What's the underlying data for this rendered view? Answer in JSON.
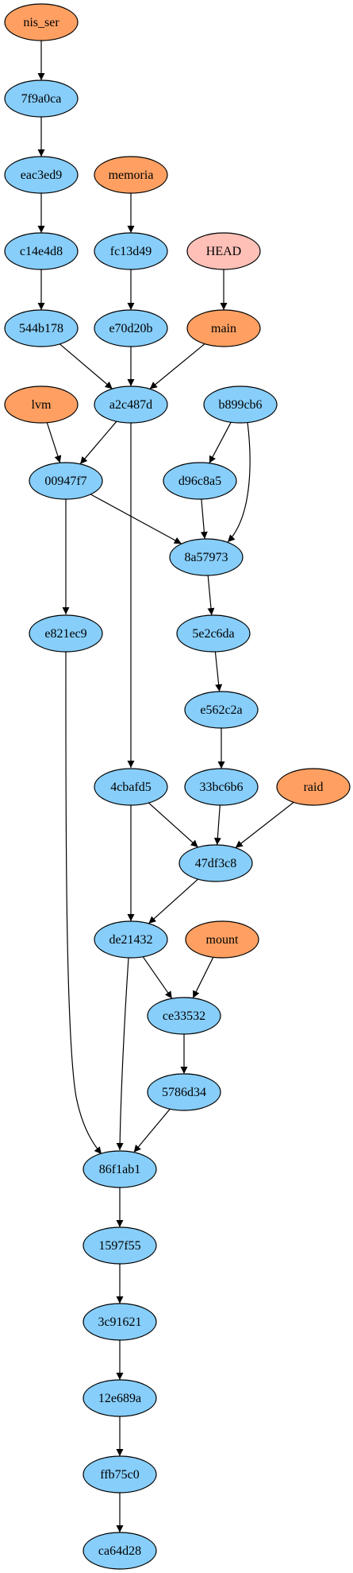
{
  "colors": {
    "commit": "#87cefa",
    "branch": "#ffa062",
    "head": "#ffc0b8",
    "edge": "#000000"
  },
  "nodes": [
    {
      "id": "nis_ser",
      "label": "nis_ser",
      "kind": "branch"
    },
    {
      "id": "7f9a0ca",
      "label": "7f9a0ca",
      "kind": "commit"
    },
    {
      "id": "eac3ed9",
      "label": "eac3ed9",
      "kind": "commit"
    },
    {
      "id": "memoria",
      "label": "memoria",
      "kind": "branch"
    },
    {
      "id": "c14e4d8",
      "label": "c14e4d8",
      "kind": "commit"
    },
    {
      "id": "fc13d49",
      "label": "fc13d49",
      "kind": "commit"
    },
    {
      "id": "HEAD",
      "label": "HEAD",
      "kind": "head"
    },
    {
      "id": "544b178",
      "label": "544b178",
      "kind": "commit"
    },
    {
      "id": "e70d20b",
      "label": "e70d20b",
      "kind": "commit"
    },
    {
      "id": "main",
      "label": "main",
      "kind": "branch"
    },
    {
      "id": "lvm",
      "label": "lvm",
      "kind": "branch"
    },
    {
      "id": "a2c487d",
      "label": "a2c487d",
      "kind": "commit"
    },
    {
      "id": "b899cb6",
      "label": "b899cb6",
      "kind": "commit"
    },
    {
      "id": "00947f7",
      "label": "00947f7",
      "kind": "commit"
    },
    {
      "id": "d96c8a5",
      "label": "d96c8a5",
      "kind": "commit"
    },
    {
      "id": "8a57973",
      "label": "8a57973",
      "kind": "commit"
    },
    {
      "id": "e821ec9",
      "label": "e821ec9",
      "kind": "commit"
    },
    {
      "id": "5e2c6da",
      "label": "5e2c6da",
      "kind": "commit"
    },
    {
      "id": "e562c2a",
      "label": "e562c2a",
      "kind": "commit"
    },
    {
      "id": "4cbafd5",
      "label": "4cbafd5",
      "kind": "commit"
    },
    {
      "id": "33bc6b6",
      "label": "33bc6b6",
      "kind": "commit"
    },
    {
      "id": "raid",
      "label": "raid",
      "kind": "branch"
    },
    {
      "id": "47df3c8",
      "label": "47df3c8",
      "kind": "commit"
    },
    {
      "id": "de21432",
      "label": "de21432",
      "kind": "commit"
    },
    {
      "id": "mount",
      "label": "mount",
      "kind": "branch"
    },
    {
      "id": "ce33532",
      "label": "ce33532",
      "kind": "commit"
    },
    {
      "id": "5786d34",
      "label": "5786d34",
      "kind": "commit"
    },
    {
      "id": "86f1ab1",
      "label": "86f1ab1",
      "kind": "commit"
    },
    {
      "id": "1597f55",
      "label": "1597f55",
      "kind": "commit"
    },
    {
      "id": "3c91621",
      "label": "3c91621",
      "kind": "commit"
    },
    {
      "id": "12e689a",
      "label": "12e689a",
      "kind": "commit"
    },
    {
      "id": "ffb75c0",
      "label": "ffb75c0",
      "kind": "commit"
    },
    {
      "id": "ca64d28",
      "label": "ca64d28",
      "kind": "commit"
    }
  ],
  "edges": [
    {
      "from": "nis_ser",
      "to": "7f9a0ca"
    },
    {
      "from": "7f9a0ca",
      "to": "eac3ed9"
    },
    {
      "from": "eac3ed9",
      "to": "c14e4d8"
    },
    {
      "from": "c14e4d8",
      "to": "544b178"
    },
    {
      "from": "memoria",
      "to": "fc13d49"
    },
    {
      "from": "fc13d49",
      "to": "e70d20b"
    },
    {
      "from": "HEAD",
      "to": "main"
    },
    {
      "from": "544b178",
      "to": "a2c487d"
    },
    {
      "from": "e70d20b",
      "to": "a2c487d"
    },
    {
      "from": "main",
      "to": "a2c487d"
    },
    {
      "from": "lvm",
      "to": "00947f7"
    },
    {
      "from": "a2c487d",
      "to": "00947f7"
    },
    {
      "from": "a2c487d",
      "to": "4cbafd5"
    },
    {
      "from": "b899cb6",
      "to": "d96c8a5"
    },
    {
      "from": "b899cb6",
      "to": "8a57973"
    },
    {
      "from": "00947f7",
      "to": "8a57973"
    },
    {
      "from": "d96c8a5",
      "to": "8a57973"
    },
    {
      "from": "00947f7",
      "to": "e821ec9"
    },
    {
      "from": "8a57973",
      "to": "5e2c6da"
    },
    {
      "from": "5e2c6da",
      "to": "e562c2a"
    },
    {
      "from": "e562c2a",
      "to": "33bc6b6"
    },
    {
      "from": "4cbafd5",
      "to": "47df3c8"
    },
    {
      "from": "33bc6b6",
      "to": "47df3c8"
    },
    {
      "from": "raid",
      "to": "47df3c8"
    },
    {
      "from": "4cbafd5",
      "to": "de21432"
    },
    {
      "from": "47df3c8",
      "to": "de21432"
    },
    {
      "from": "de21432",
      "to": "ce33532"
    },
    {
      "from": "mount",
      "to": "ce33532"
    },
    {
      "from": "ce33532",
      "to": "5786d34"
    },
    {
      "from": "e821ec9",
      "to": "86f1ab1"
    },
    {
      "from": "de21432",
      "to": "86f1ab1"
    },
    {
      "from": "5786d34",
      "to": "86f1ab1"
    },
    {
      "from": "86f1ab1",
      "to": "1597f55"
    },
    {
      "from": "1597f55",
      "to": "3c91621"
    },
    {
      "from": "3c91621",
      "to": "12e689a"
    },
    {
      "from": "12e689a",
      "to": "ffb75c0"
    },
    {
      "from": "ffb75c0",
      "to": "ca64d28"
    }
  ]
}
